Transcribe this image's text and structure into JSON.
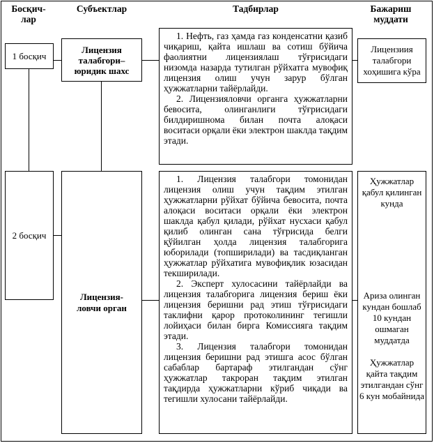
{
  "headers": {
    "stages": "Босқич-лар",
    "subjects": "Субъектлар",
    "activities": "Тадбирлар",
    "deadline": "Бажариш муддати"
  },
  "rows": [
    {
      "stage": "1 босқич",
      "subject": "Лицензия талабгори– юридик шахс",
      "activities": [
        "1. Нефть, газ ҳамда газ конденсатни қазиб чиқариш, қайта ишлаш ва сотиш бўйича фаолиятни лицензиялаш тўғрисидаги низомда назарда тутилган рўйхатга мувофиқ лицензия олиш учун зарур бўлган ҳужжатларни тайёрлайди.",
        "2. Лицензияловчи органга ҳужжатларни бевосита, олинганлиги тўғрисидаги билдиришнома билан почта алоқаси воситаси орқали ёки электрон шаклда тақдим этади."
      ],
      "deadlines": [
        "Лицензиия талабгори хоҳишига кўра"
      ]
    },
    {
      "stage": "2 босқич",
      "subject": "Лицензия-ловчи орган",
      "activities": [
        "1. Лицензия талабгори томонидан лицензия олиш учун тақдим этилган ҳужжатларни рўйхат бўйича бевосита, почта алоқаси воситаси орқали ёки электрон шаклда қабул қилади, рўйхат нусхаси қабул қилиб олинган сана тўғрисида белги қўйилган ҳолда лицензия талабгорига юборилади (топширилади) ва тасдиқланган ҳужжатлар рўйхатига мувофиқлик юзасидан текширилади.",
        "2. Эксперт хулосасини тайёрлайди ва лицензия талабгорига лицензия бериш ёки лицензия беришни рад этиш тўғрисидаги таклифни қарор протоколининг тегишли лойиҳаси билан бирга Комиссияга тақдим этади.",
        "3. Лицензия талабгори томонидан лицензия беришни рад этишга асос бўлган сабаблар бартараф этилгандан сўнг ҳужжатлар такроран тақдим этилган тақдирда ҳужжатларни кўриб чиқади ва тегишли хулосани тайёрлайди."
      ],
      "deadlines": [
        "Ҳужжатлар қабул қилинган кунда",
        "Ариза олинган кундан бошлаб 10 кундан ошмаган муддатда",
        "Ҳужжатлар қайта тақдим этилгандан сўнг 6 кун мобайнида"
      ]
    }
  ]
}
